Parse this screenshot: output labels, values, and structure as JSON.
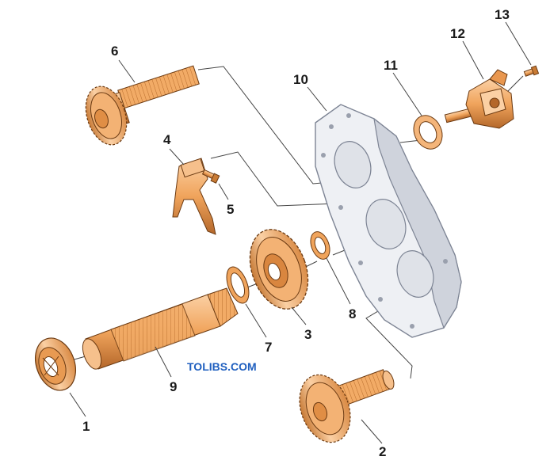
{
  "callouts": [
    "1",
    "2",
    "3",
    "4",
    "5",
    "6",
    "7",
    "8",
    "9",
    "10",
    "11",
    "12",
    "13"
  ],
  "watermark": "TOLIBS.COM",
  "colors": {
    "part_fill": "#f0a45c",
    "part_light": "#fbd0a4",
    "part_dark": "#b4672a",
    "housing_fill": "#eef0f4",
    "housing_stroke": "#7d8494",
    "watermark": "#1f5fbf",
    "leader_line": "#444444"
  },
  "parts": [
    "bearing",
    "pinion-gear-shaft",
    "gear",
    "shift-fork",
    "bolt",
    "input-gear-shaft",
    "seal-ring",
    "seal-ring",
    "main-shaft",
    "housing-cover",
    "gasket",
    "shift-actuator",
    "bolt"
  ]
}
